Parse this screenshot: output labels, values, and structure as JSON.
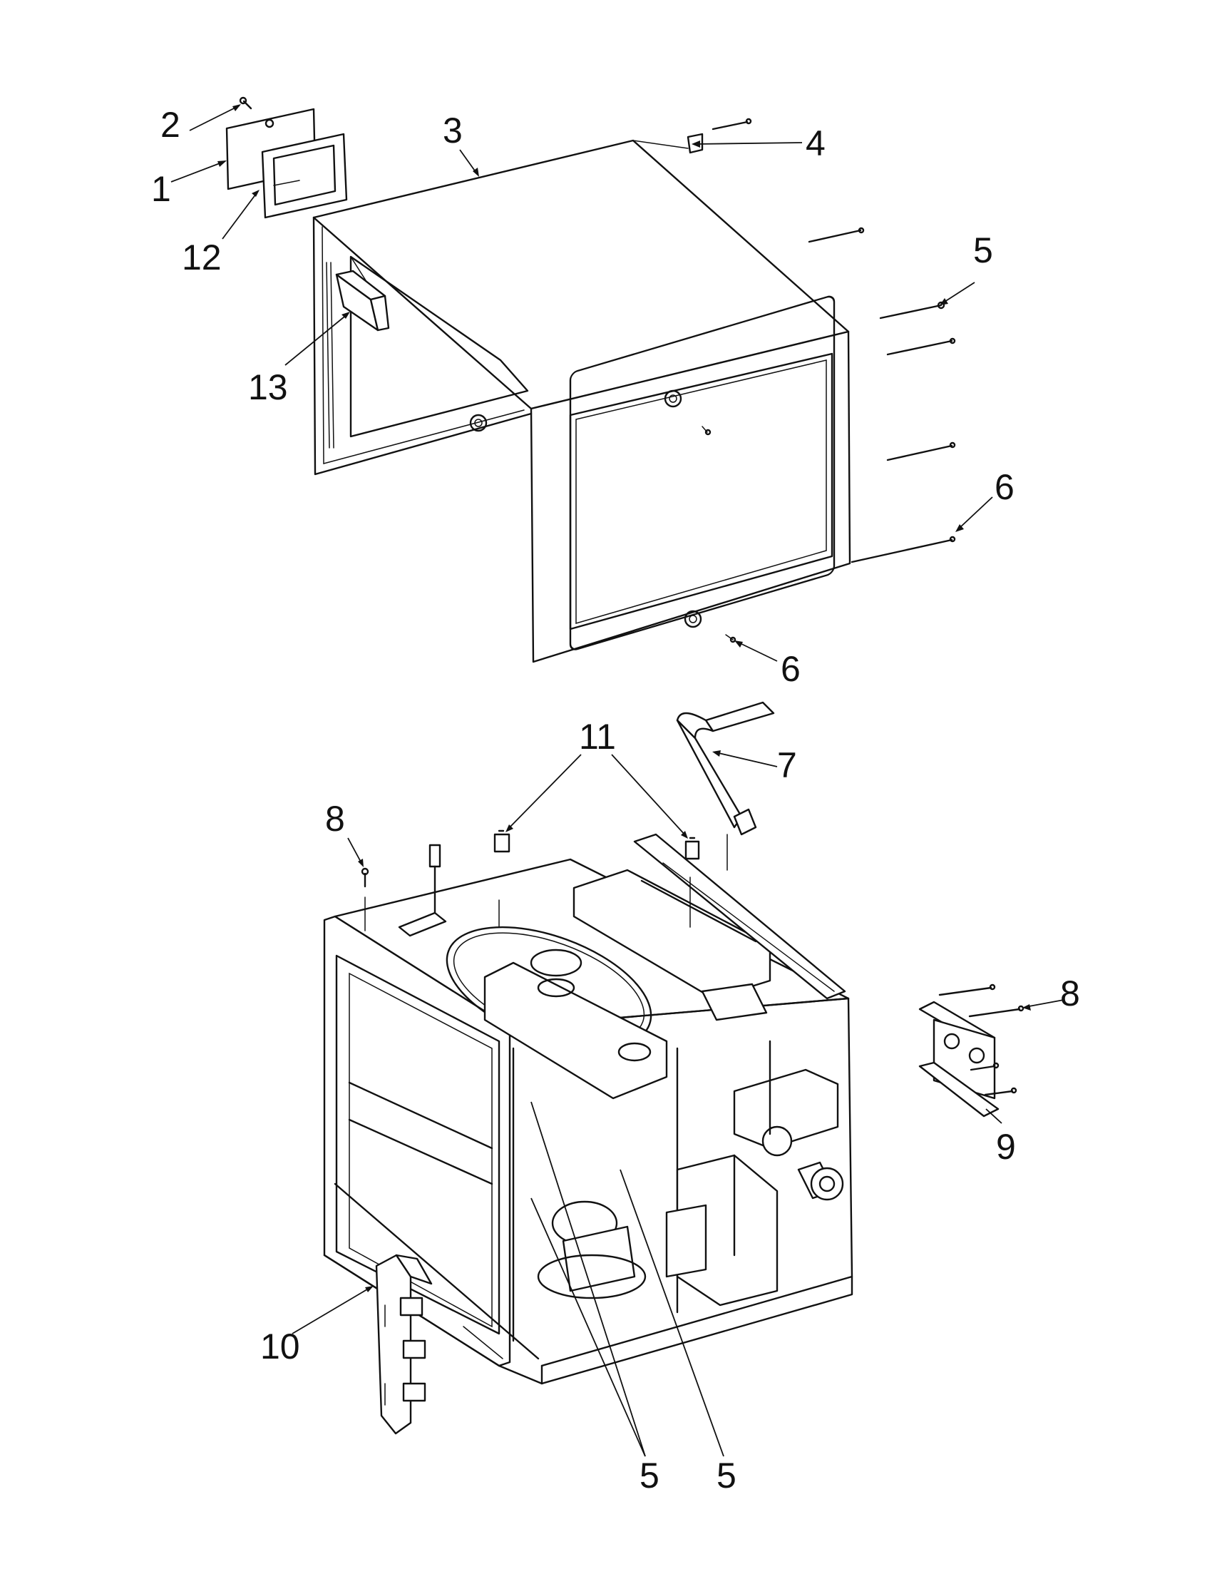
{
  "diagram": {
    "callouts": [
      {
        "id": "c1",
        "label": "1"
      },
      {
        "id": "c2",
        "label": "2"
      },
      {
        "id": "c3",
        "label": "3"
      },
      {
        "id": "c4",
        "label": "4"
      },
      {
        "id": "c5a",
        "label": "5"
      },
      {
        "id": "c6a",
        "label": "6"
      },
      {
        "id": "c6b",
        "label": "6"
      },
      {
        "id": "c7",
        "label": "7"
      },
      {
        "id": "c8a",
        "label": "8"
      },
      {
        "id": "c8b",
        "label": "8"
      },
      {
        "id": "c9",
        "label": "9"
      },
      {
        "id": "c10",
        "label": "10"
      },
      {
        "id": "c11",
        "label": "11"
      },
      {
        "id": "c12",
        "label": "12"
      },
      {
        "id": "c13",
        "label": "13"
      },
      {
        "id": "c5b",
        "label": "5"
      },
      {
        "id": "c5c",
        "label": "5"
      }
    ]
  }
}
